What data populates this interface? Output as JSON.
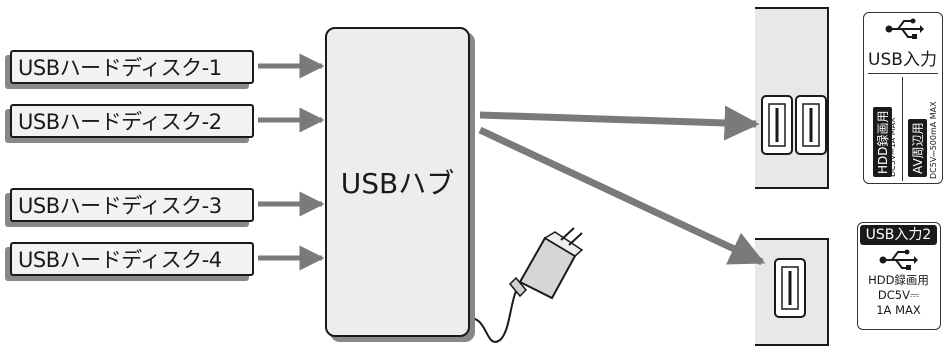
{
  "disks": [
    {
      "label": "USBハードディスク-1"
    },
    {
      "label": "USBハードディスク-2"
    },
    {
      "label": "USBハードディスク-3"
    },
    {
      "label": "USBハードディスク-4"
    }
  ],
  "hub": {
    "label": "USBハブ"
  },
  "port_label_1": {
    "title": "USB入力",
    "hdd_tag": "HDD録画用",
    "hdd_spec": "DC5V⎓1A MAX",
    "av_tag": "AV周辺用",
    "av_spec": "DC5V⎓500mA MAX"
  },
  "port_label_2": {
    "title": "USB入力2",
    "line1": "HDD録画用",
    "line2": "DC5V⎓",
    "line3": "1A MAX"
  },
  "colors": {
    "arrow": "#7a7a7a",
    "panel": "#e8e8e8",
    "outline": "#1a1a1a",
    "shadow": "#888888"
  },
  "icons": [
    "usb-trident-icon",
    "ac-adapter-icon",
    "usb-port-icon"
  ]
}
